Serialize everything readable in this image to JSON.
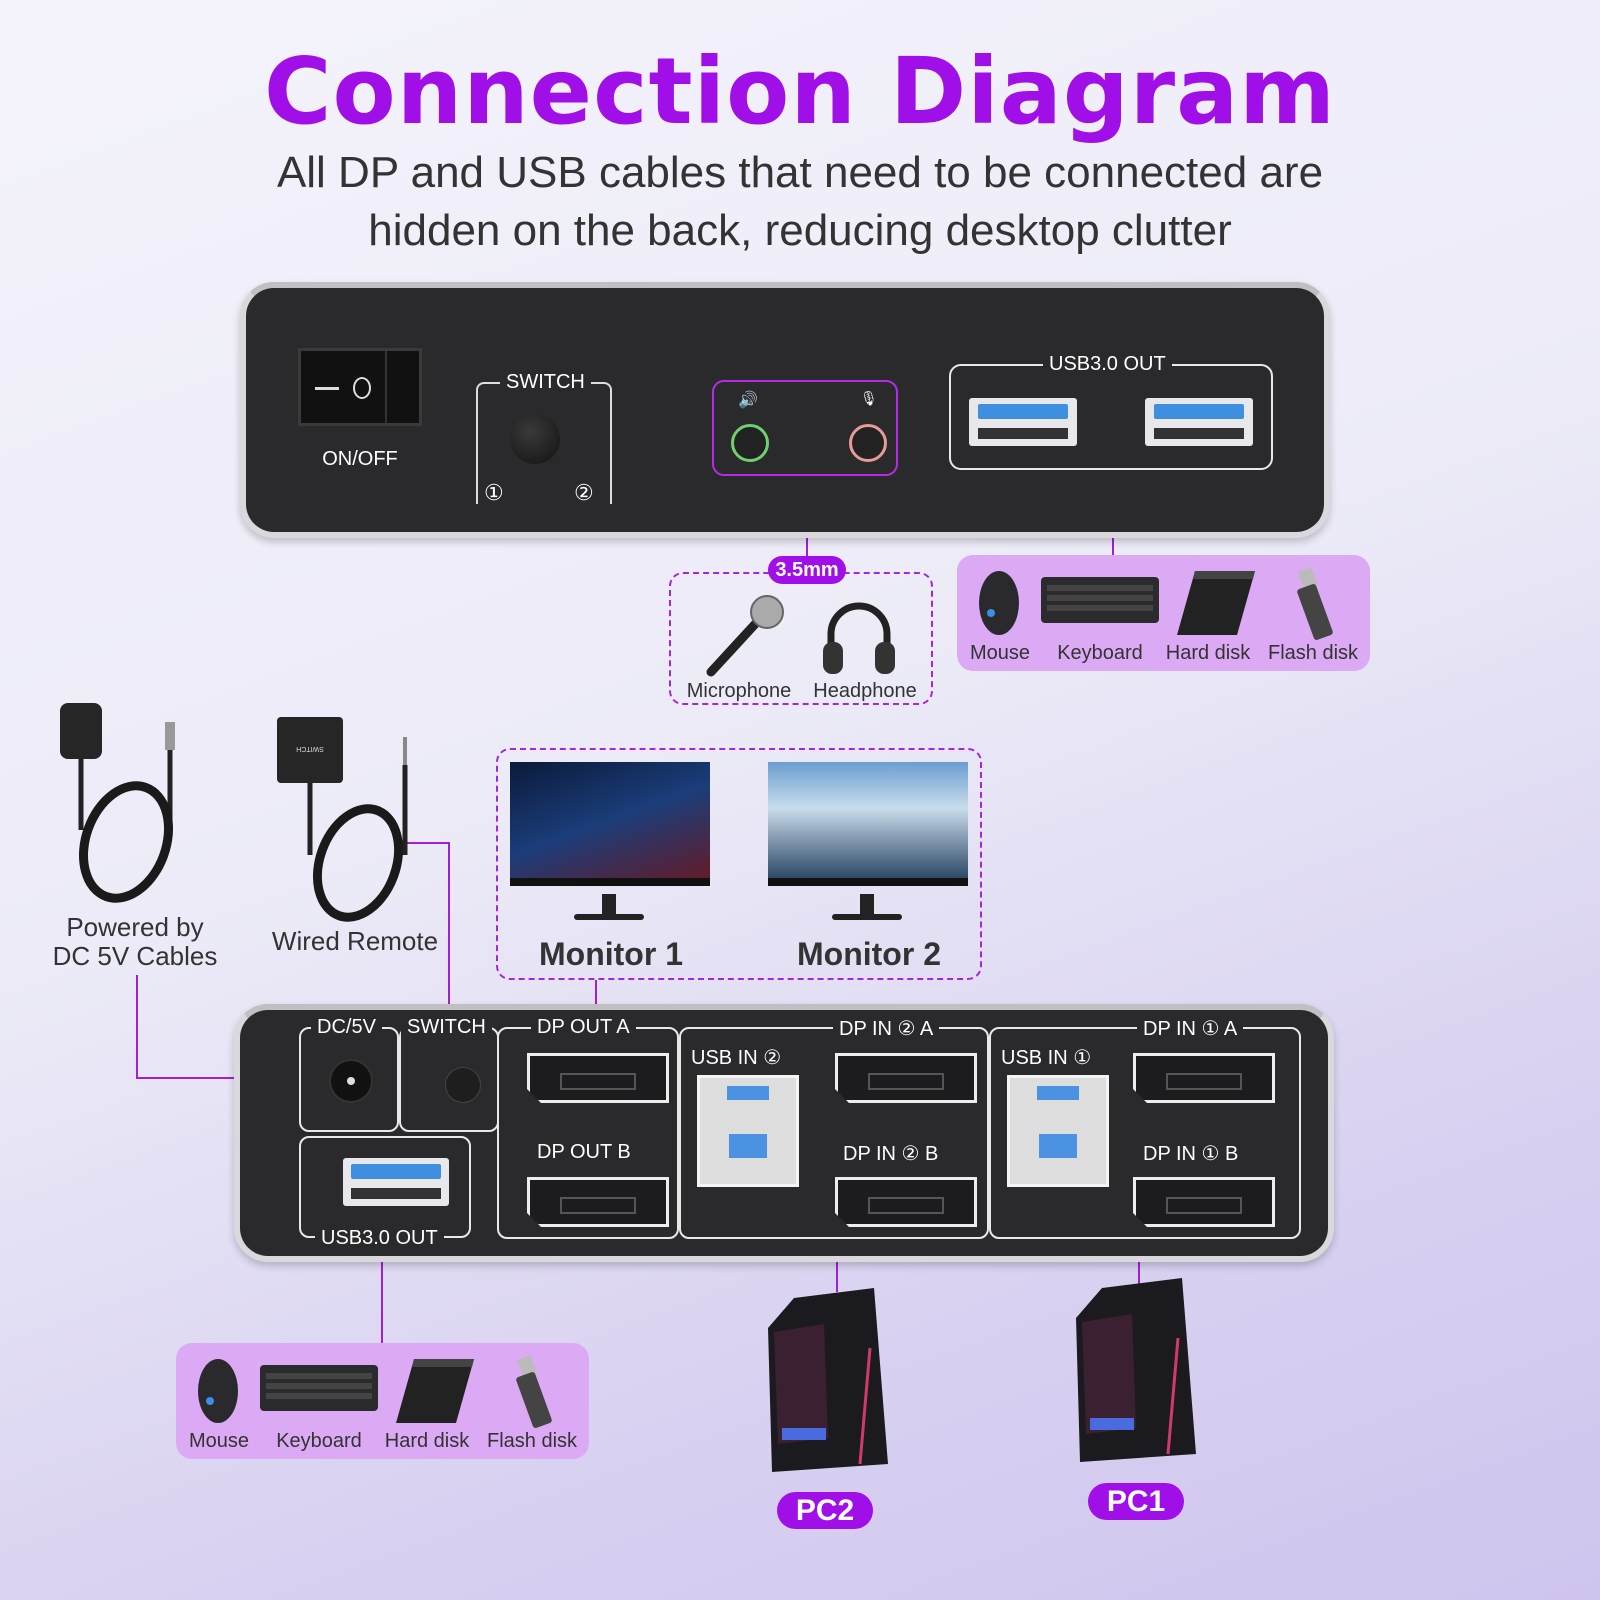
{
  "title": "Connection Diagram",
  "subtitle": [
    "All DP and USB cables that need to be connected are",
    "hidden on the back, reducing desktop clutter"
  ],
  "colors": {
    "accent": "#a10fe8",
    "connector_line": "#a21fd8",
    "device_box": "#dcaaf4",
    "panel": "#2a2a2c",
    "usb_blue": "#3f8fe0"
  },
  "top_panel": {
    "power_switch_label": "ON/OFF",
    "switch_label": "SWITCH",
    "switch_positions": [
      "①",
      "②"
    ],
    "audio_icons": [
      "speaker-icon",
      "microphone-icon"
    ],
    "usb_out_label": "USB3.0 OUT"
  },
  "audio": {
    "badge": "3.5mm",
    "devices": [
      "Microphone",
      "Headphone"
    ]
  },
  "usb_devices_top": [
    "Mouse",
    "Keyboard",
    "Hard disk",
    "Flash disk"
  ],
  "accessories": {
    "power": [
      "Powered by",
      "DC 5V Cables"
    ],
    "remote": "Wired Remote",
    "remote_print": "SWITCH"
  },
  "monitors": [
    "Monitor 1",
    "Monitor 2"
  ],
  "bottom_panel": {
    "dc": "DC/5V",
    "switch": "SWITCH",
    "usb_out": "USB3.0 OUT",
    "dp_out_a": "DP OUT A",
    "dp_out_b": "DP OUT B",
    "usb_in_2": "USB IN ②",
    "dp_in_2a": "DP IN ② A",
    "dp_in_2b": "DP IN ② B",
    "usb_in_1": "USB IN ①",
    "dp_in_1a": "DP IN ① A",
    "dp_in_1b": "DP IN ① B"
  },
  "usb_devices_bottom": [
    "Mouse",
    "Keyboard",
    "Hard disk",
    "Flash disk"
  ],
  "pcs": [
    "PC2",
    "PC1"
  ]
}
